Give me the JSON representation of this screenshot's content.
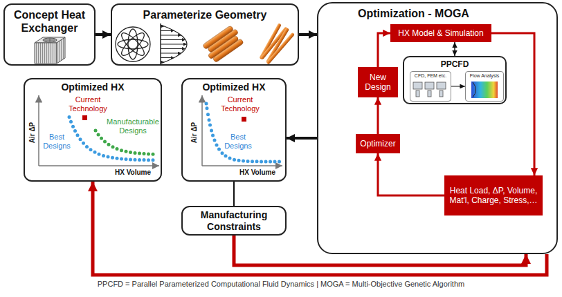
{
  "diagram": {
    "caption": "PPCFD = Parallel Parameterized Computational Fluid Dynamics | MOGA = Multi-Objective Genetic Algorithm",
    "nodes": [
      {
        "text": [
          "Concept Heat Exchanger"
        ]
      },
      {
        "text": [
          "Parameterize Geometry"
        ]
      },
      {
        "text": [
          "Optimization - MOGA"
        ]
      },
      {
        "text": [
          "HX Model & Simulation"
        ],
        "in": 2
      },
      {
        "text": [
          "PPCFD"
        ],
        "in": 2
      },
      {
        "text": [
          "CFD, FEM etc."
        ],
        "in": 4
      },
      {
        "text": [
          "Flow Analysis"
        ],
        "in": 4
      },
      {
        "text": [
          "New Design"
        ],
        "in": 2
      },
      {
        "text": [
          "Optimizer"
        ],
        "in": 2
      },
      {
        "text": [
          "Heat Load, ΔP, Volume, Mat'l, Charge, Stress,…"
        ],
        "in": 2
      },
      {
        "text": [
          "Optimized HX",
          "Current Technology",
          "Manufacturable Designs",
          "Best Designs",
          "Air ΔP",
          "HX Volume"
        ]
      },
      {
        "text": [
          "Optimized HX",
          "Current Technology",
          "Best Designs",
          "Air ΔP",
          "HX Volume"
        ]
      },
      {
        "text": [
          "Manufacturing Constraints"
        ]
      }
    ],
    "edges": [
      {
        "from": 0,
        "to": 1,
        "arrow": "to"
      },
      {
        "from": 1,
        "to": 2,
        "arrow": "to"
      },
      {
        "from": 7,
        "to": 3,
        "arrow": "to"
      },
      {
        "from": 3,
        "to": 4,
        "arrow": "both"
      },
      {
        "from": 5,
        "to": 6,
        "arrow": "to"
      },
      {
        "from": 3,
        "to": 9,
        "arrow": "to"
      },
      {
        "from": 9,
        "to": 8,
        "arrow": "to"
      },
      {
        "from": 8,
        "to": 7,
        "arrow": "to"
      },
      {
        "from": 2,
        "to": 11,
        "arrow": "to"
      },
      {
        "from": 11,
        "to": 12,
        "arrow": "none"
      },
      {
        "from": 12,
        "to": 2,
        "arrow": "to"
      },
      {
        "from": 2,
        "to": 10,
        "arrow": "to"
      }
    ]
  }
}
